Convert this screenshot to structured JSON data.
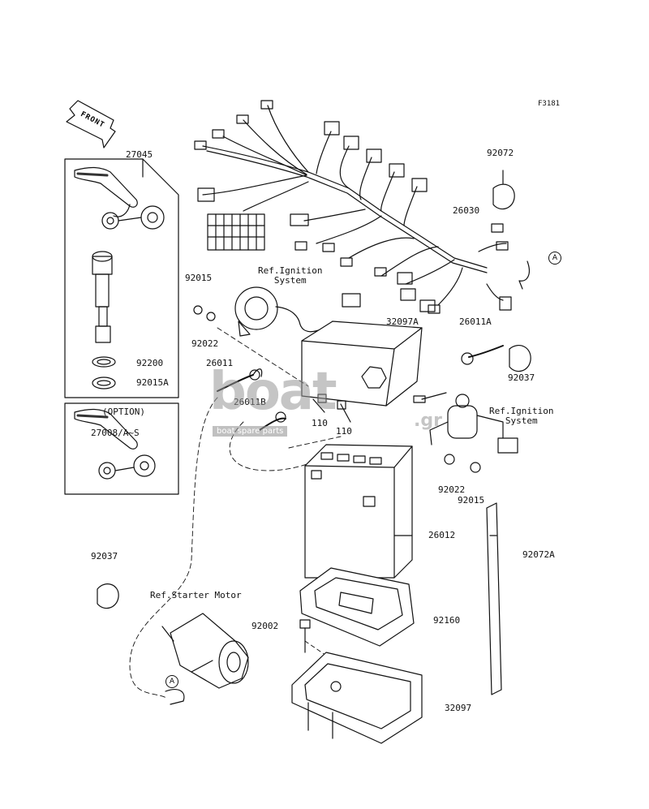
{
  "figure_code": "F3181",
  "front_label": "FRONT",
  "watermark": {
    "brand": "boat",
    "brand_tld": ".gr",
    "tagline": "boat spare parts"
  },
  "callout_marker": "A",
  "refs": {
    "ignition_top": [
      "Ref.Ignition",
      "System"
    ],
    "ignition_right": [
      "Ref.Ignition",
      "System"
    ],
    "starter_motor": "Ref.Starter Motor"
  },
  "option_label": "(OPTION)",
  "parts": {
    "p27045": "27045",
    "p92200": "92200",
    "p92015A": "92015A",
    "p27008": "27008/A~S",
    "p92015_left": "92015",
    "p92022_left": "92022",
    "p26011": "26011",
    "p26011B": "26011B",
    "p110_a": "110",
    "p110_b": "110",
    "p32097A": "32097A",
    "p26030": "26030",
    "p92072": "92072",
    "p26011A": "26011A",
    "p92037_right": "92037",
    "p92022_right": "92022",
    "p92015_right": "92015",
    "p26012": "26012",
    "p92072A": "92072A",
    "p92037_left": "92037",
    "p92002": "92002",
    "p92160": "92160",
    "p32097": "32097"
  }
}
